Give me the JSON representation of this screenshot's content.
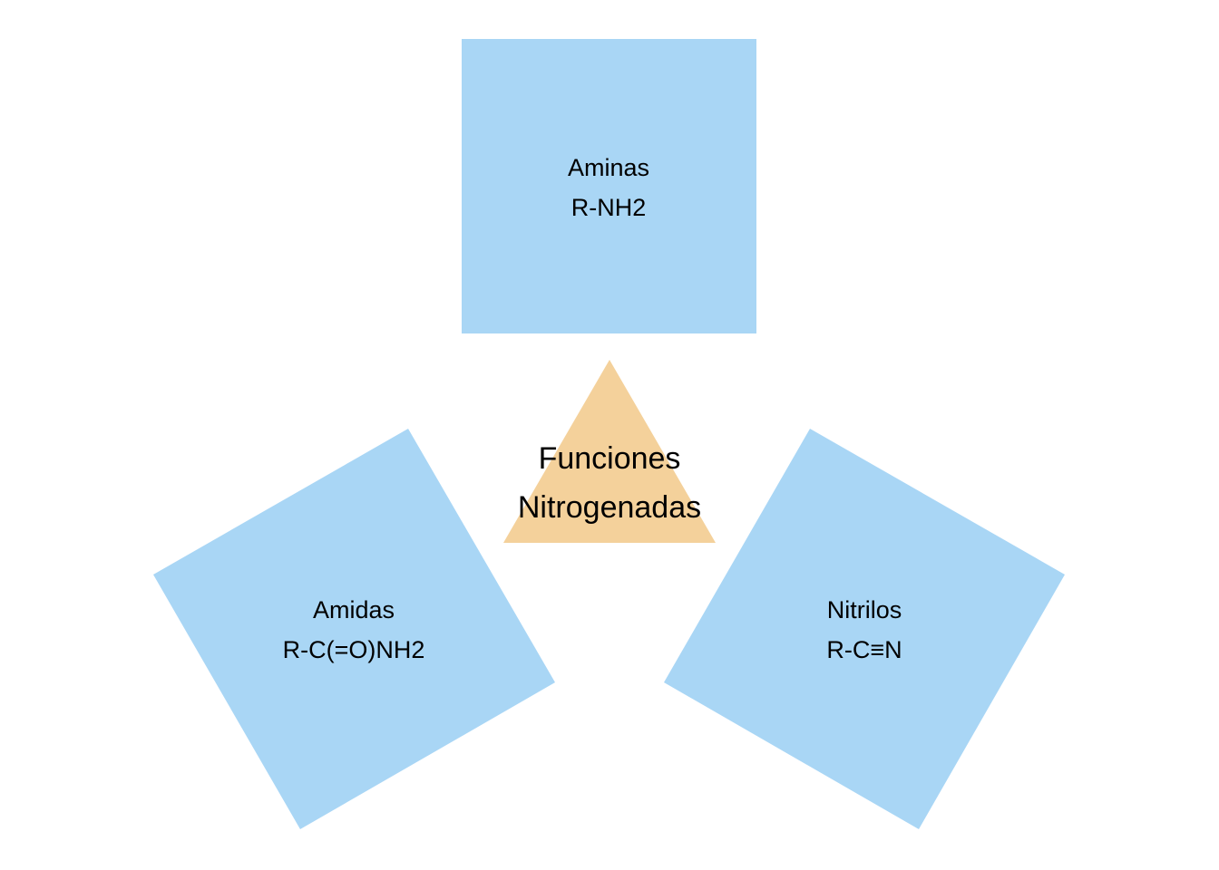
{
  "colors": {
    "box_fill": "#A9D6F5",
    "center_fill": "#F4D19B",
    "text": "#000000",
    "background": "#FFFFFF"
  },
  "center": {
    "shape": "triangle",
    "line1": "Funciones",
    "line2": "Nitrogenadas"
  },
  "nodes": [
    {
      "id": "aminas",
      "position": "top",
      "title": "Aminas",
      "formula": "R-NH2"
    },
    {
      "id": "amidas",
      "position": "bottom-left",
      "title": "Amidas",
      "formula": "R-C(=O)NH2"
    },
    {
      "id": "nitrilos",
      "position": "bottom-right",
      "title": "Nitrilos",
      "formula": "R-C≡N"
    }
  ]
}
